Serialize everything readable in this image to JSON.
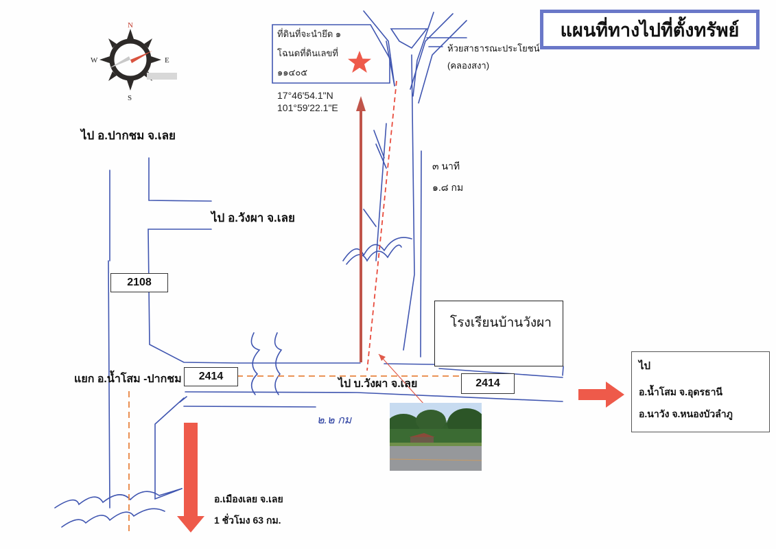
{
  "title": "แผนที่ทางไปที่ตั้งทรัพย์",
  "compass": {
    "icon": "compass-rose-icon",
    "n": "N",
    "s": "S",
    "e": "E",
    "w": "W"
  },
  "plot": {
    "lines": [
      "ที่ดินที่จะนำยึด ๑",
      "โฉนดที่ดินเลขที่",
      "๑๑๔๐๕"
    ],
    "marker_icon": "star-icon",
    "marker_color": "#ee5a4a"
  },
  "coordinates": {
    "lat": "17°46'54.1\"N",
    "lon": "101°59'22.1\"E"
  },
  "landmarks": {
    "canal_name": "ห้วยสาธารณะประโยชน์",
    "canal_alias": "(คลองสงา)",
    "school": "โรงเรียนบ้านวังผา"
  },
  "travel_info": {
    "time": "๓ นาที",
    "distance": "๑.๘ กม"
  },
  "labels": {
    "to_pakchom": "ไป อ.ปากชม จ.เลย",
    "to_wangpha": "ไป อ.วังผา จ.เลย",
    "junction": "แยก อ.น้ำโสม -ปากชม",
    "to_ban_wangpha": "ไป บ.วังผา จ.เลย",
    "hand_note": "๒.๒ กม"
  },
  "road_numbers": {
    "r2108": "2108",
    "r2414_left": "2414",
    "r2414_right": "2414"
  },
  "destination_east": {
    "heading": "ไป",
    "line1": "อ.น้ำโสม จ.อุดรธานี",
    "line2": "อ.นาวัง จ.หนองบัวลำภู",
    "arrow_icon": "arrow-right-icon"
  },
  "destination_south": {
    "line1": "อ.เมืองเลย จ.เลย",
    "line2": "1 ชั่วโมง 63 กม.",
    "arrow_icon": "arrow-down-icon"
  },
  "photo": {
    "icon": "site-photo"
  },
  "colors": {
    "road_ink": "#3f55b0",
    "route_solid": "#c0554a",
    "route_dashed_red": "#e84b3c",
    "route_dashed_orange": "#e8833f",
    "arrow_fill": "#ee5a4a",
    "title_border": "#6a78c8"
  }
}
